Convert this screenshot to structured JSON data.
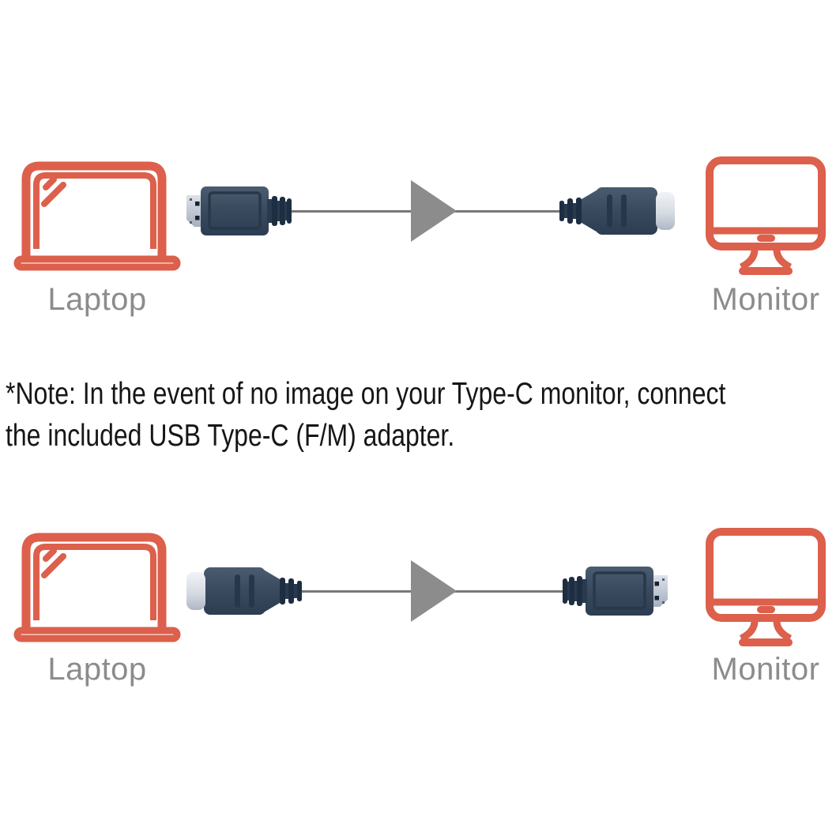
{
  "colors": {
    "background": "#FFFFFF",
    "accent_orange": "#DC604B",
    "label_gray": "#8C8C8C",
    "cable_gray": "#787878",
    "arrow_gray": "#8C8C8C",
    "connector_body_navy": "#3A4B60",
    "connector_dark_navy": "#1E2E42",
    "connector_plug_silver": "#C6CDD9",
    "connector_tip_light": "#D9DFE6",
    "note_text": "#161616"
  },
  "note": {
    "line1": "*Note: In the event of no image on your Type-C monitor, connect",
    "line2": "the included USB Type-C (F/M) adapter."
  },
  "diagram_top": {
    "source": {
      "label": "Laptop",
      "icon": "laptop-icon"
    },
    "source_connector": "displayport-plug-icon",
    "flow": "left-to-right-arrow",
    "target_connector": "usb-type-c-plug-icon",
    "target": {
      "label": "Monitor",
      "icon": "monitor-icon"
    }
  },
  "diagram_bottom": {
    "source": {
      "label": "Laptop",
      "icon": "laptop-icon"
    },
    "source_connector": "usb-type-c-plug-icon",
    "flow": "left-to-right-arrow",
    "target_connector": "displayport-plug-icon",
    "target": {
      "label": "Monitor",
      "icon": "monitor-icon"
    }
  }
}
